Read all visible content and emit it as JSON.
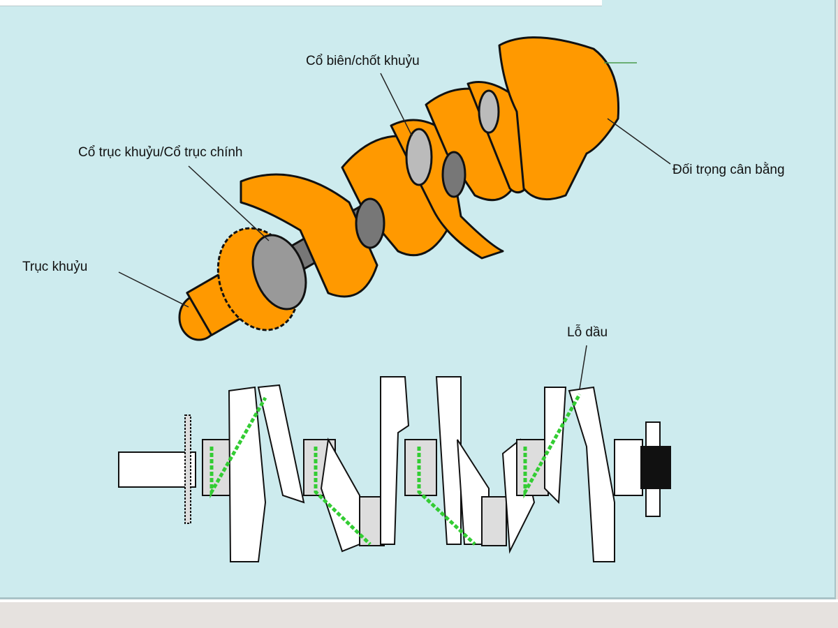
{
  "labels": {
    "connecting_rod_journal": "Cổ biên/chốt khuỷu",
    "main_journal": "Cổ trục khuỷu/Cổ trục chính",
    "crankshaft": "Trục khuỷu",
    "counterweight": "Đối trọng cân bằng",
    "oil_hole": "Lỗ dầu"
  },
  "colors": {
    "background": "#cdebee",
    "part": "#ff9900",
    "journal": "#8c8c8c",
    "oil_path": "#33cc33"
  }
}
